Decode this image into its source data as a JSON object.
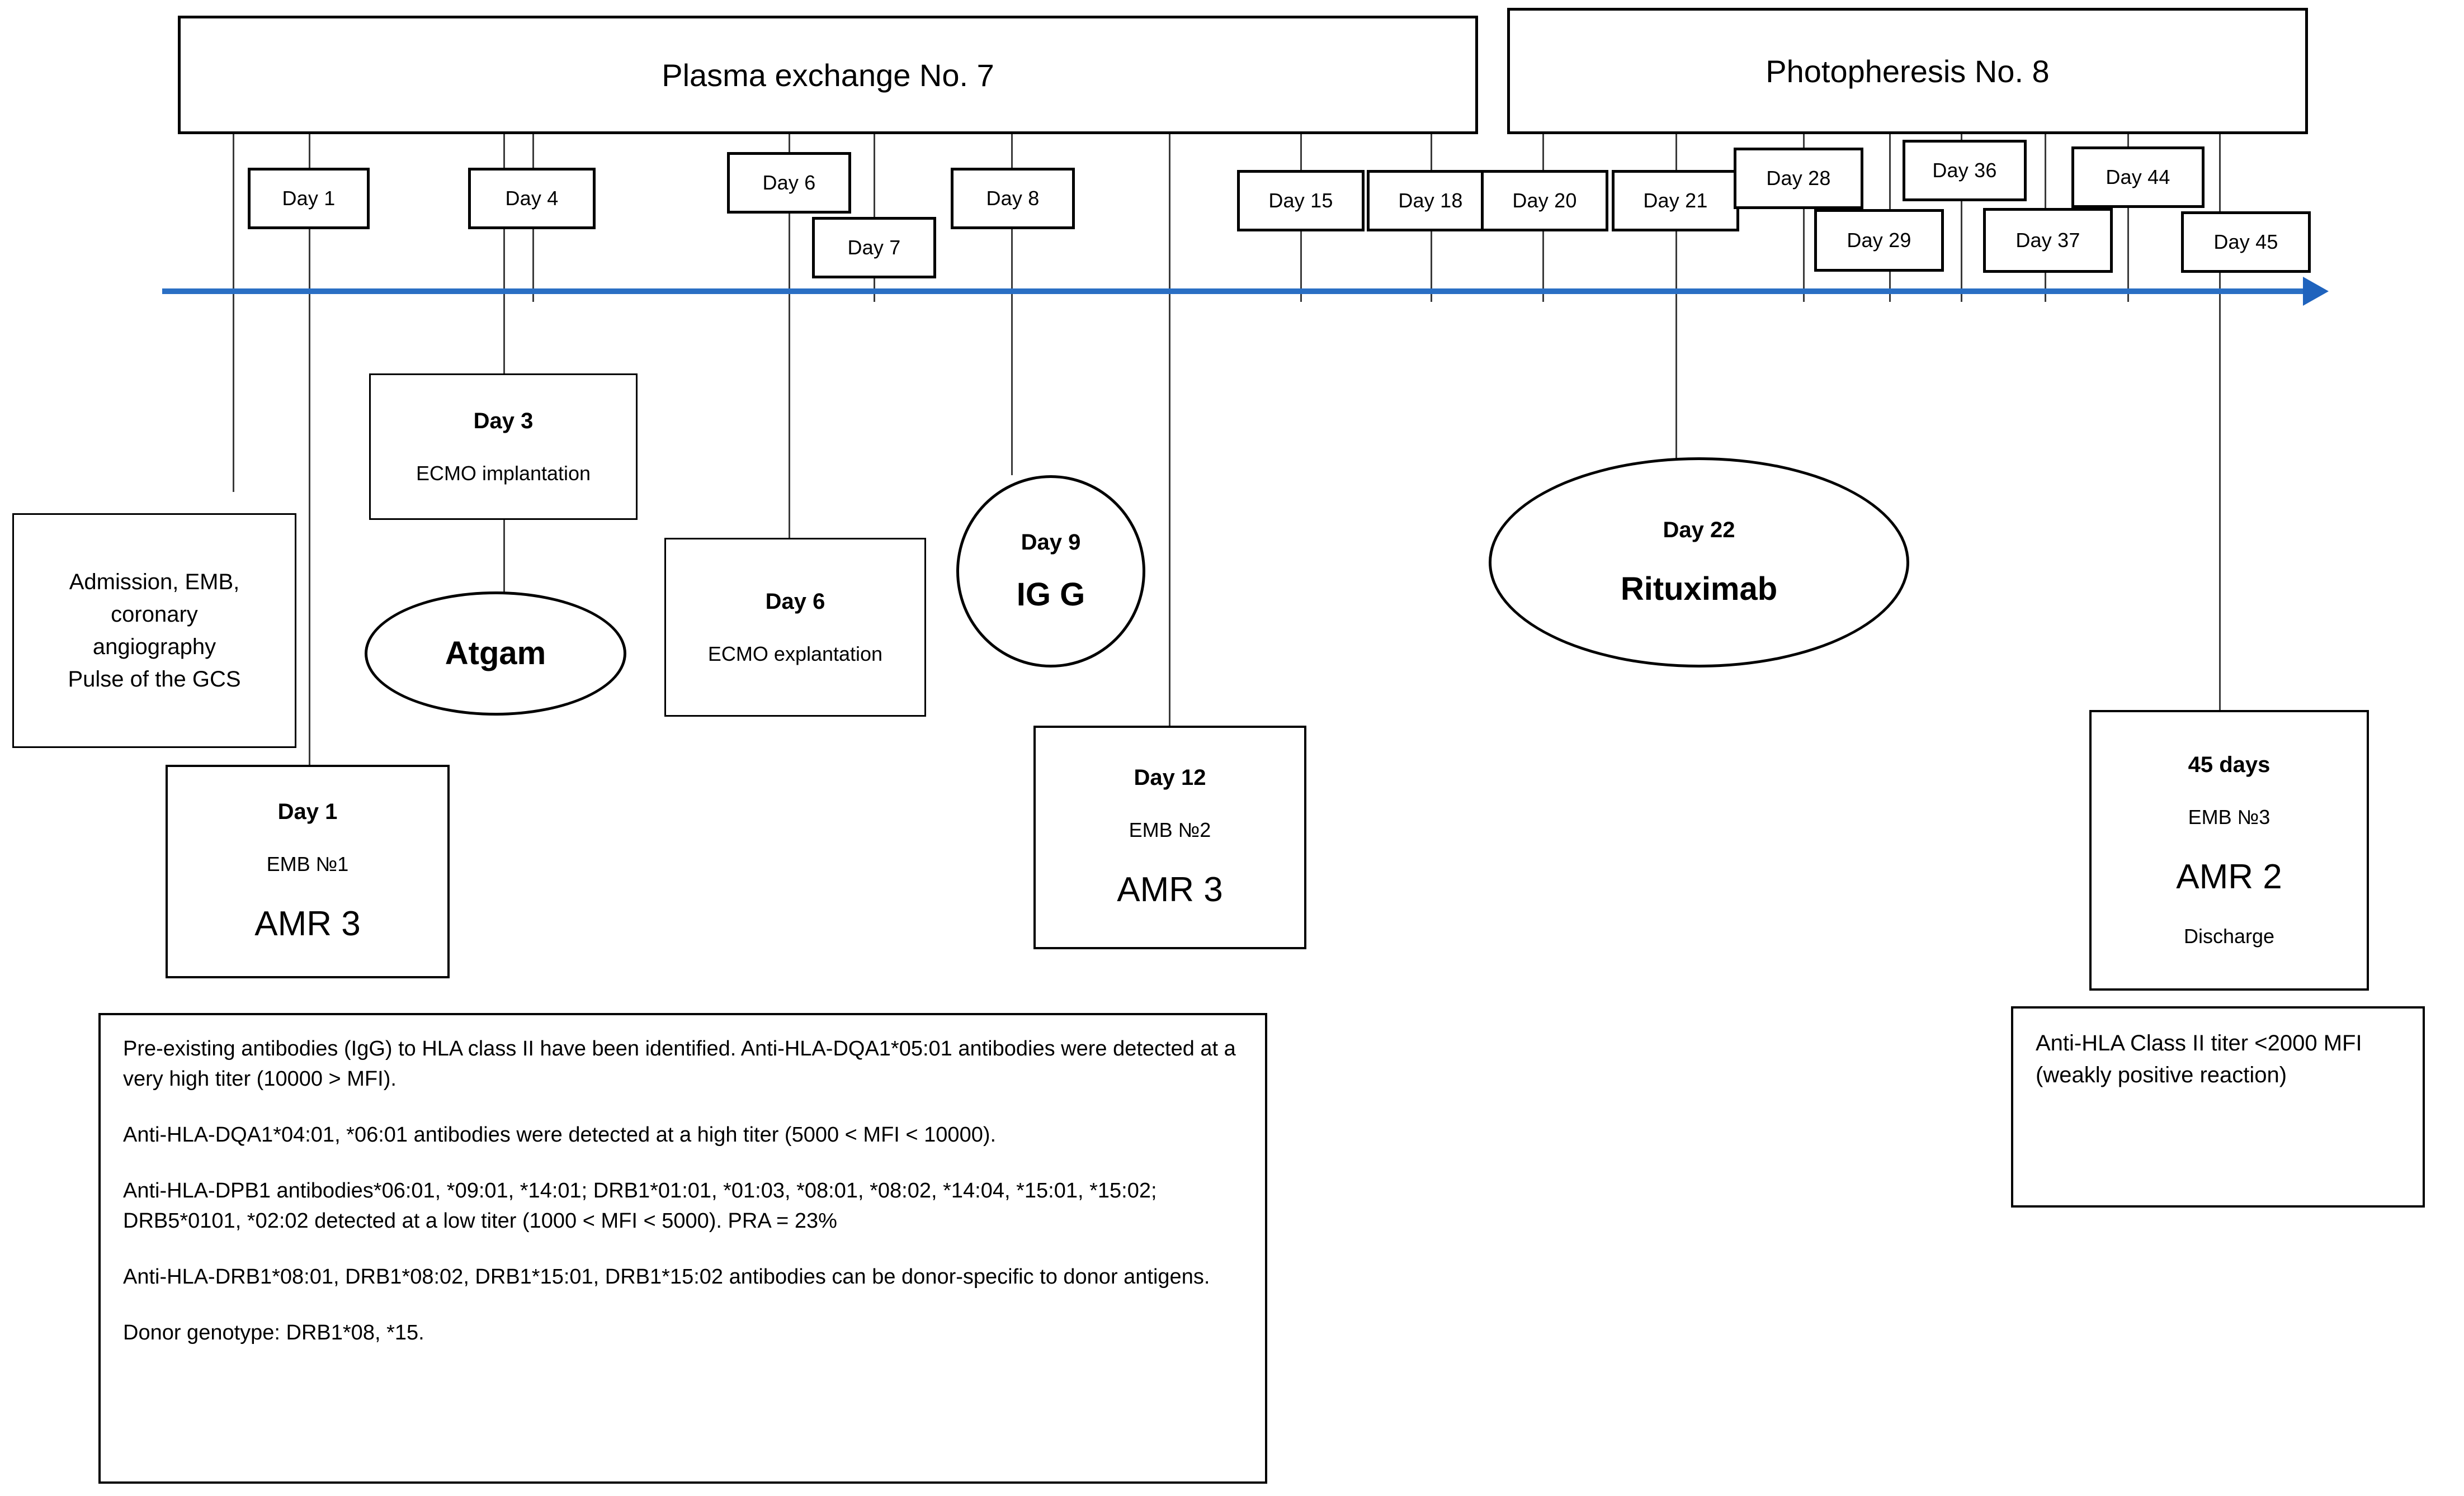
{
  "diagram": {
    "kind": "clinical-timeline",
    "axis": {
      "color": "#2a6fc4",
      "direction": "left-to-right"
    }
  },
  "phases": [
    {
      "label": "Plasma exchange No. 7"
    },
    {
      "label": "Photopheresis No. 8"
    }
  ],
  "day_chips": [
    {
      "label": "Day 1"
    },
    {
      "label": "Day 4"
    },
    {
      "label": "Day 6"
    },
    {
      "label": "Day 7"
    },
    {
      "label": "Day 8"
    },
    {
      "label": "Day 15"
    },
    {
      "label": "Day 18"
    },
    {
      "label": "Day 20"
    },
    {
      "label": "Day 21"
    },
    {
      "label": "Day 28"
    },
    {
      "label": "Day 29"
    },
    {
      "label": "Day 36"
    },
    {
      "label": "Day 37"
    },
    {
      "label": "Day 44"
    },
    {
      "label": "Day 45"
    }
  ],
  "events": {
    "admission": {
      "line1": "Admission, EMB,",
      "line2": "coronary",
      "line3": "angiography",
      "line4": "Pulse of the GCS"
    },
    "ecmo_implantation": {
      "day": "Day 3",
      "text": "ECMO implantation"
    },
    "atgam": {
      "label": "Atgam"
    },
    "ecmo_explantation": {
      "day": "Day 6",
      "text": "ECMO explantation"
    },
    "igg": {
      "day": "Day 9",
      "label": "IG G"
    },
    "rituximab": {
      "day": "Day 22",
      "label": "Rituximab"
    },
    "emb1": {
      "day": "Day 1",
      "emb": "EMB №1",
      "grade": "AMR 3"
    },
    "emb2": {
      "day": "Day 12",
      "emb": "EMB №2",
      "grade": "AMR 3"
    },
    "emb3": {
      "day": "45 days",
      "emb": "EMB №3",
      "grade": "AMR 2",
      "discharge": "Discharge"
    }
  },
  "notes": {
    "left": {
      "p1": "Pre-existing antibodies (IgG) to HLA class II have been identified.  Anti-HLA-DQA1*05:01 antibodies were detected at a very high titer (10000 > MFI).",
      "p2": "Anti-HLA-DQA1*04:01, *06:01 antibodies were detected  at a high titer (5000 < MFI < 10000).",
      "p3": "Anti-HLA-DPB1 antibodies*06:01, *09:01, *14:01; DRB1*01:01, *01:03, *08:01, *08:02, *14:04, *15:01, *15:02; DRB5*0101, *02:02 detected at a low titer (1000 < MFI < 5000). PRA = 23%",
      "p4": "Anti-HLA-DRB1*08:01, DRB1*08:02, DRB1*15:01, DRB1*15:02 antibodies can be donor-specific to donor antigens.",
      "p5": "Donor genotype: DRB1*08, *15."
    },
    "right": {
      "p1": "Anti-HLA Class II titer <2000 MFI (weakly positive reaction)"
    }
  }
}
